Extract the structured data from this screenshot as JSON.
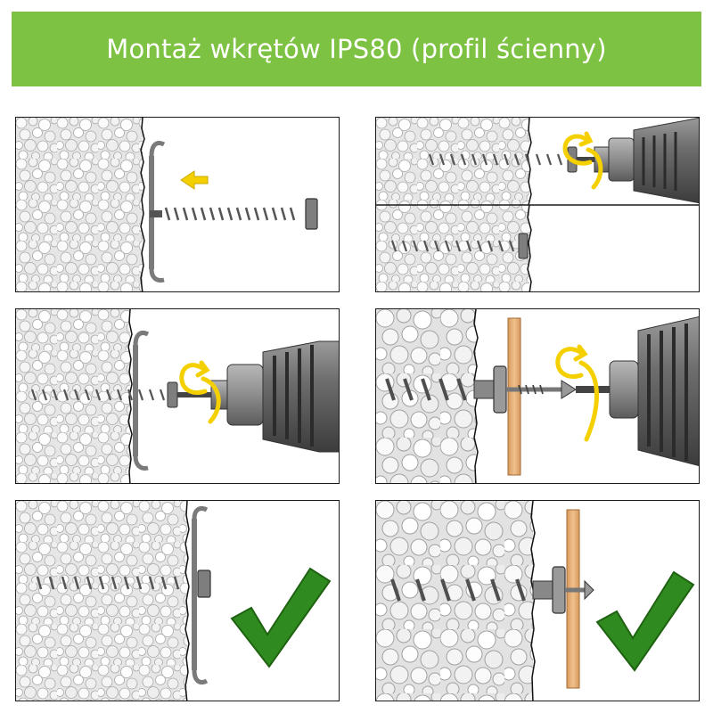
{
  "title": "Montaż wkrętów IPS80 (profil ścienny)",
  "colors": {
    "banner": "#7dc242",
    "arrow": "#f5d000",
    "check": "#2f8a1f",
    "wood": "#e8b27a",
    "metal": "#8a8a8a",
    "insulation": "#dcdcdc"
  },
  "steps": [
    {
      "id": "step-1",
      "action": "insert-screw",
      "icon": "push-arrow-icon"
    },
    {
      "id": "step-2",
      "action": "drive-screw",
      "icon": "rotation-arrow-icon"
    },
    {
      "id": "step-3",
      "action": "done",
      "icon": "checkmark-icon"
    },
    {
      "id": "step-4",
      "action": "drive-then-remove",
      "icon": "rotation-arrow-icon"
    },
    {
      "id": "step-5",
      "action": "drive-through-batten",
      "icon": "rotation-arrow-icon"
    },
    {
      "id": "step-6",
      "action": "done-batten",
      "icon": "checkmark-icon"
    }
  ]
}
